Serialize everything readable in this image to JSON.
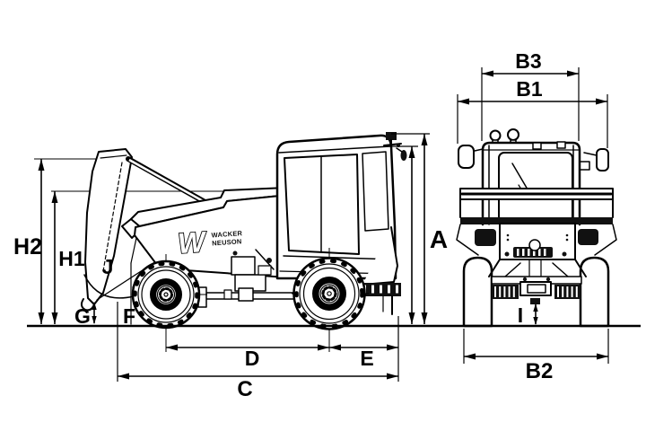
{
  "page": {
    "background": "#ffffff",
    "line_color": "#000000",
    "description": "Technical dimension line drawing of a site dumper: side view with tipped skip (left) and rear view (right)"
  },
  "brand": {
    "logo_letter": "W",
    "name_line1": "WACKER",
    "name_line2": "NEUSON"
  },
  "dimensions": {
    "a": "A",
    "b1": "B1",
    "b2": "B2",
    "b3": "B3",
    "c": "C",
    "d": "D",
    "e": "E",
    "f": "F",
    "g": "G",
    "h1": "H1",
    "h2": "H2",
    "i": "I",
    "j": "J"
  }
}
